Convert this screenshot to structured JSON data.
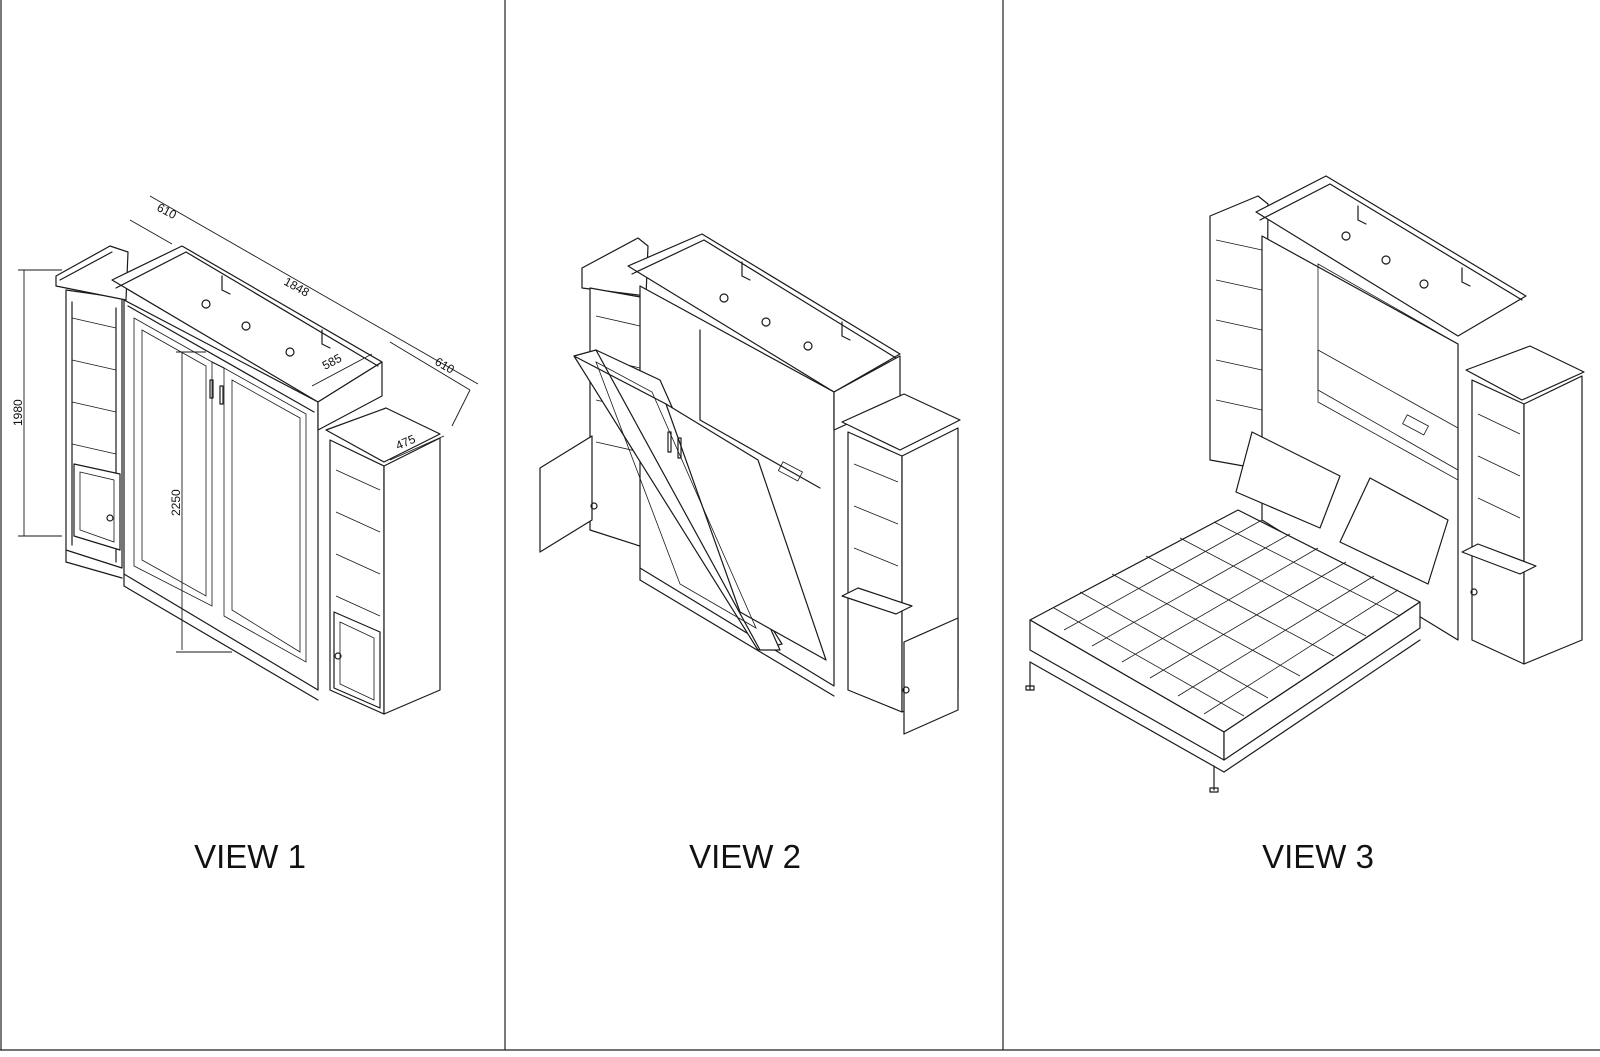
{
  "views": [
    {
      "label": "VIEW 1"
    },
    {
      "label": "VIEW 2"
    },
    {
      "label": "VIEW 3"
    }
  ],
  "dimensions": {
    "width_overall": "1848",
    "depth_left": "610",
    "depth_right": "610",
    "depth_bed": "585",
    "depth_side_cabinet": "475",
    "height_cabinet": "1980",
    "height_bed": "2250"
  }
}
